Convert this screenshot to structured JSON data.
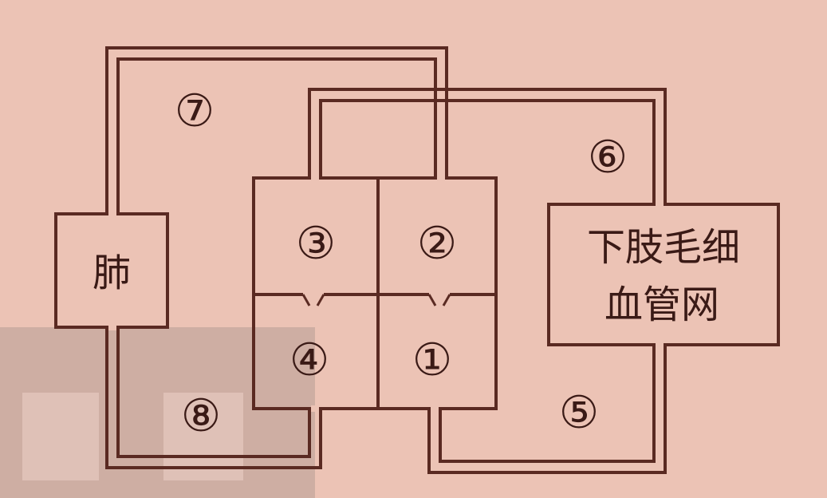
{
  "labels": {
    "lung": "肺",
    "capillary_line1": "下肢毛细",
    "capillary_line2": "血管网",
    "n1": "①",
    "n2": "②",
    "n3": "③",
    "n4": "④",
    "n5": "⑤",
    "n6": "⑥",
    "n7": "⑦",
    "n8": "⑧"
  },
  "colors": {
    "background": "#ecc3b5",
    "line": "#5a2a22",
    "text": "#3a1a16",
    "shadow": "#c4a69c"
  }
}
